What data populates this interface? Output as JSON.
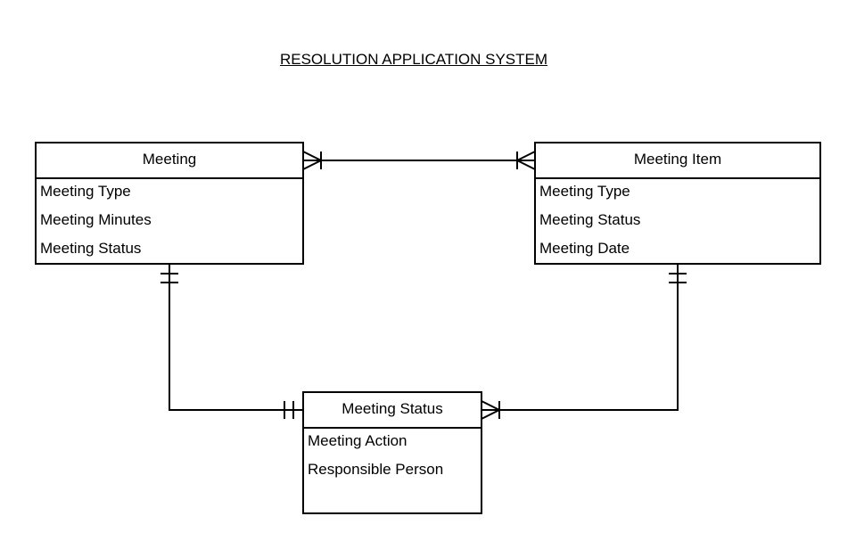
{
  "title": "RESOLUTION APPLICATION SYSTEM",
  "entities": {
    "meeting": {
      "name": "Meeting",
      "attributes": [
        "Meeting Type",
        "Meeting Minutes",
        "Meeting Status"
      ]
    },
    "meeting_item": {
      "name": "Meeting Item",
      "attributes": [
        "Meeting Type",
        "Meeting Status",
        "Meeting Date"
      ]
    },
    "meeting_status": {
      "name": "Meeting Status",
      "attributes": [
        "Meeting Action",
        "Responsible Person"
      ]
    }
  },
  "relationships": [
    {
      "from": "Meeting",
      "from_cardinality": "one-or-many",
      "to": "Meeting Item",
      "to_cardinality": "one-or-many"
    },
    {
      "from": "Meeting",
      "from_cardinality": "one-and-only-one",
      "to": "Meeting Status",
      "to_cardinality": "one-and-only-one"
    },
    {
      "from": "Meeting Item",
      "from_cardinality": "one-and-only-one",
      "to": "Meeting Status",
      "to_cardinality": "one-or-many"
    }
  ],
  "colors": {
    "line": "#000000",
    "background": "#ffffff"
  }
}
